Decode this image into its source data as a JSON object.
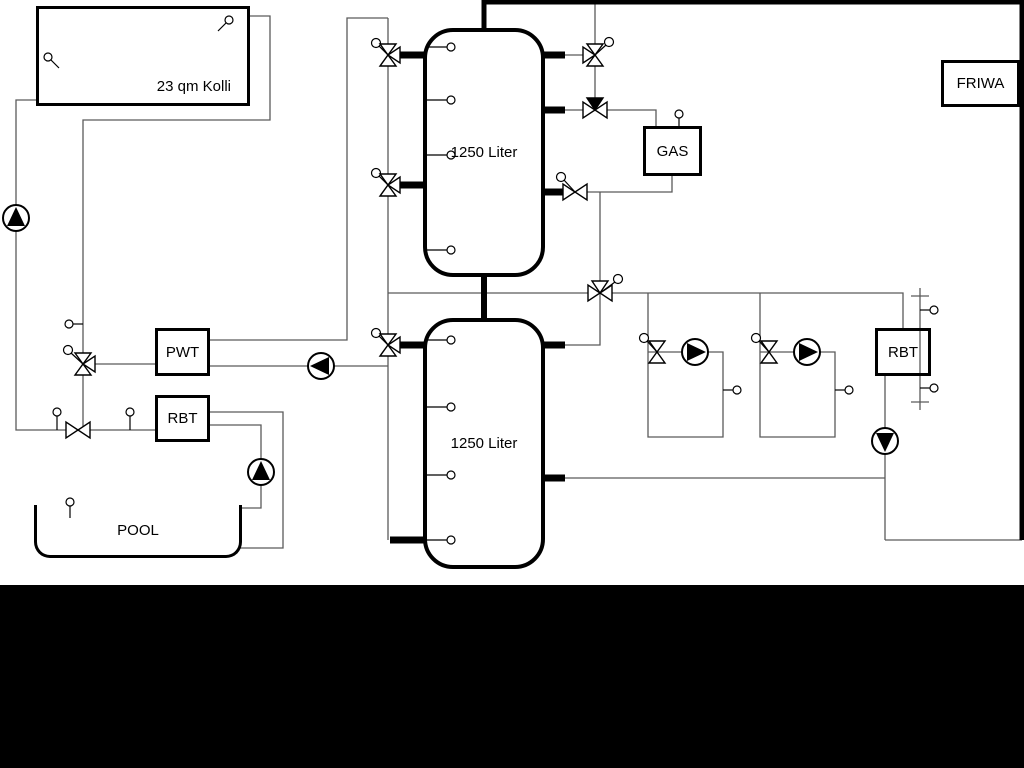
{
  "diagram": {
    "collector": {
      "label": "23 qm Kolli"
    },
    "buffer_tank_upper": {
      "label": "1250 Liter"
    },
    "buffer_tank_lower": {
      "label": "1250 Liter"
    },
    "gas_boiler": {
      "label": "GAS"
    },
    "friwa": {
      "label": "FRIWA"
    },
    "pwt": {
      "label": "PWT"
    },
    "rbt_left": {
      "label": "RBT"
    },
    "rbt_right": {
      "label": "RBT"
    },
    "pool": {
      "label": "POOL"
    }
  },
  "colors": {
    "pipe_line": "#5a5a5a",
    "outline": "#000000",
    "background": "#ffffff",
    "bottom_bar": "#000000",
    "symbol_fill": "#ffffff"
  }
}
